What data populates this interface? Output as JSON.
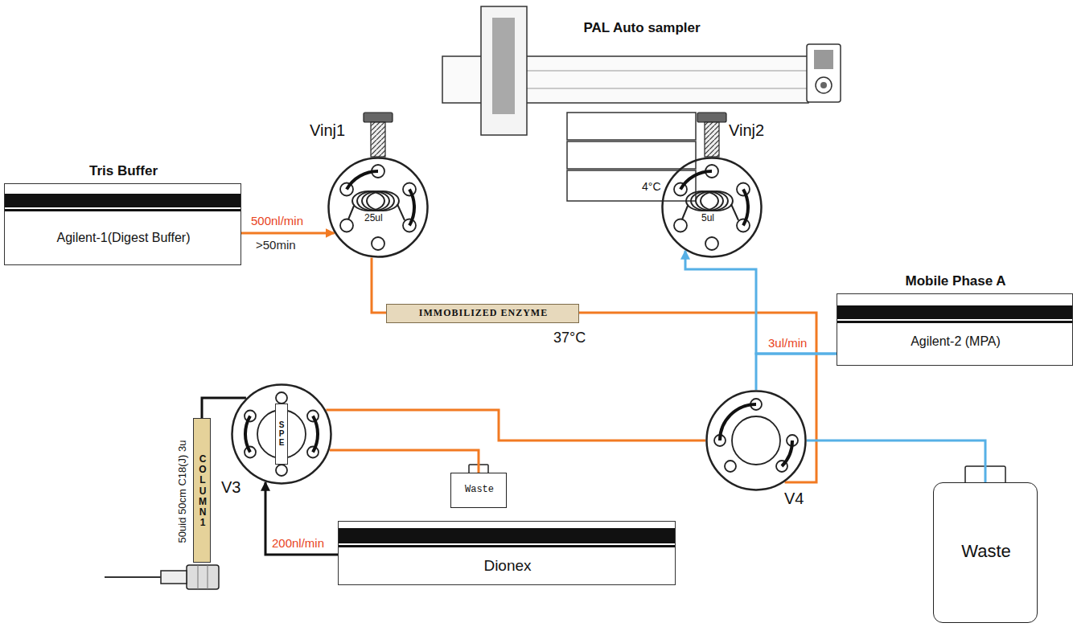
{
  "diagram": {
    "nodes": [
      {
        "text": [
          "PAL Auto sampler",
          "4°C"
        ]
      },
      {
        "text": [
          "Vinj1",
          "25ul"
        ]
      },
      {
        "text": [
          "Vinj2",
          "5ul"
        ]
      },
      {
        "text": [
          "Tris Buffer",
          "Agilent-1(Digest Buffer)"
        ]
      },
      {
        "text": [
          "Mobile Phase A",
          "Agilent-2 (MPA)"
        ]
      },
      {
        "text": [
          "IMMOBILIZED ENZYME"
        ]
      },
      {
        "text": [
          "COLUMN 1",
          "50uid 50cm C18(J) 3u"
        ]
      },
      {
        "text": [
          "V3"
        ]
      },
      {
        "text": [
          "SPE"
        ],
        "in": 7
      },
      {
        "text": [
          "V4"
        ]
      },
      {
        "text": [
          "Waste"
        ]
      },
      {
        "text": [
          "Dionex"
        ]
      },
      {
        "text": [
          "Waste"
        ]
      }
    ],
    "edges": [
      {
        "from": 3,
        "to": 1,
        "arrow": "to"
      },
      {
        "from": 1,
        "to": 5,
        "arrow": "none"
      },
      {
        "from": 5,
        "to": 9,
        "arrow": "none"
      },
      {
        "from": 4,
        "to": 2,
        "arrow": "to"
      },
      {
        "from": 4,
        "to": 9,
        "arrow": "none"
      },
      {
        "from": 9,
        "to": 12,
        "arrow": "none"
      },
      {
        "from": 9,
        "to": 7,
        "arrow": "none"
      },
      {
        "from": 7,
        "to": 10,
        "arrow": "none"
      },
      {
        "from": 11,
        "to": 7,
        "arrow": "to"
      },
      {
        "from": 7,
        "to": 6,
        "arrow": "none"
      }
    ],
    "labels": [
      "500nl/min",
      ">50min",
      "3ul/min",
      "37°C",
      "200nl/min"
    ]
  }
}
